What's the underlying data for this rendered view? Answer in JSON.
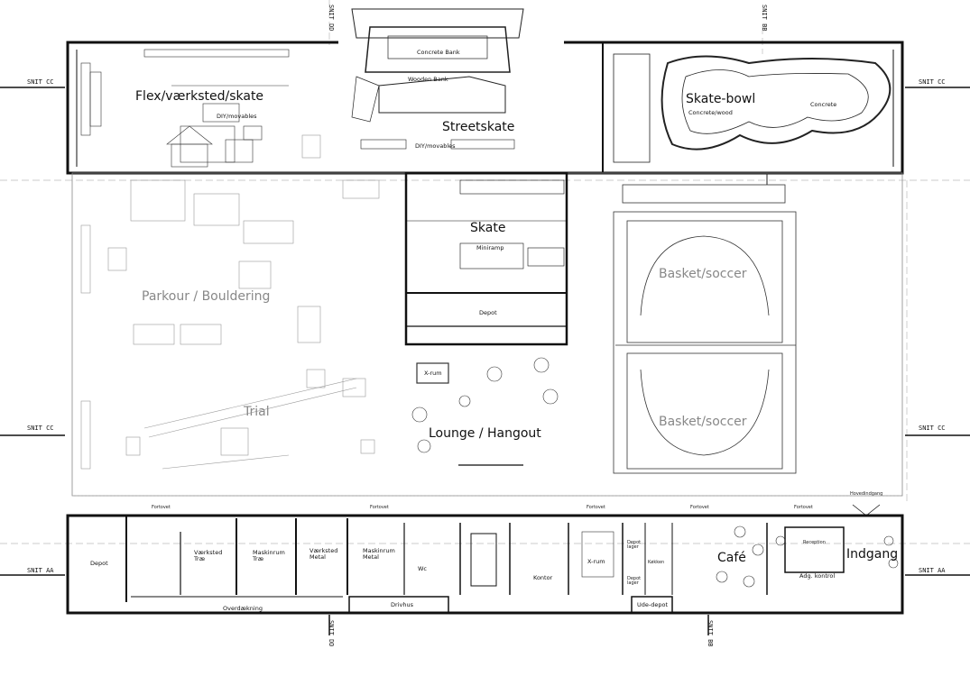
{
  "zones": {
    "flex": "Flex/værksted/skate",
    "streetskate": "Streetskate",
    "skate_bowl": "Skate-bowl",
    "skate": "Skate",
    "parkour": "Parkour / Bouldering",
    "trial": "Trial",
    "lounge": "Lounge / Hangout",
    "basket1": "Basket/soccer",
    "basket2": "Basket/soccer",
    "cafe": "Café",
    "indgang": "Indgang"
  },
  "rooms": {
    "concrete_bank": "Concrete Bank",
    "wooden_bank": "Wooden Bank",
    "diy_movables_1": "DIY/movables",
    "diy_movables_2": "DIY/movables",
    "concrete_wood": "Concrete/wood",
    "concrete": "Concrete",
    "miniramp": "Miniramp",
    "depot_skate": "Depot",
    "x_rum_lounge": "X-rum",
    "depot_left": "Depot",
    "vaerksted_trae": "Værksted Træ",
    "maskinrum_trae": "Maskinrum Træ",
    "vaerksted_metal": "Værksted Metal",
    "maskinrum_metal": "Maskinrum Metal",
    "wc": "Wc",
    "kontor": "Kontor",
    "x_rum": "X-rum",
    "depot_lager_1": "Depot lager",
    "depot_lager_2": "Depot lager",
    "kokken": "Køkken",
    "reception": "Reception",
    "adg_kontrol": "Adg. kontrol",
    "drivhus": "Drivhus",
    "ude_depot": "Ude-depot",
    "overdaekning": "Overdækning",
    "hovedindgang": "Hovedindgang",
    "fortovet_1": "Fortovet",
    "fortovet_2": "Fortovet",
    "fortovet_3": "Fortovet",
    "fortovet_4": "Fortovet",
    "fortovet_5": "Fortovet"
  },
  "sections": {
    "cc_top_left": "SNIT CC",
    "cc_top_right": "SNIT CC",
    "cc_mid_left": "SNIT CC",
    "cc_mid_right": "SNIT CC",
    "aa_left": "SNIT AA",
    "aa_right": "SNIT AA",
    "dd_top": "SNIT DD",
    "dd_bottom": "SNIT DD",
    "bb_top": "SNIT BB",
    "bb_bottom": "SNIT BB"
  }
}
